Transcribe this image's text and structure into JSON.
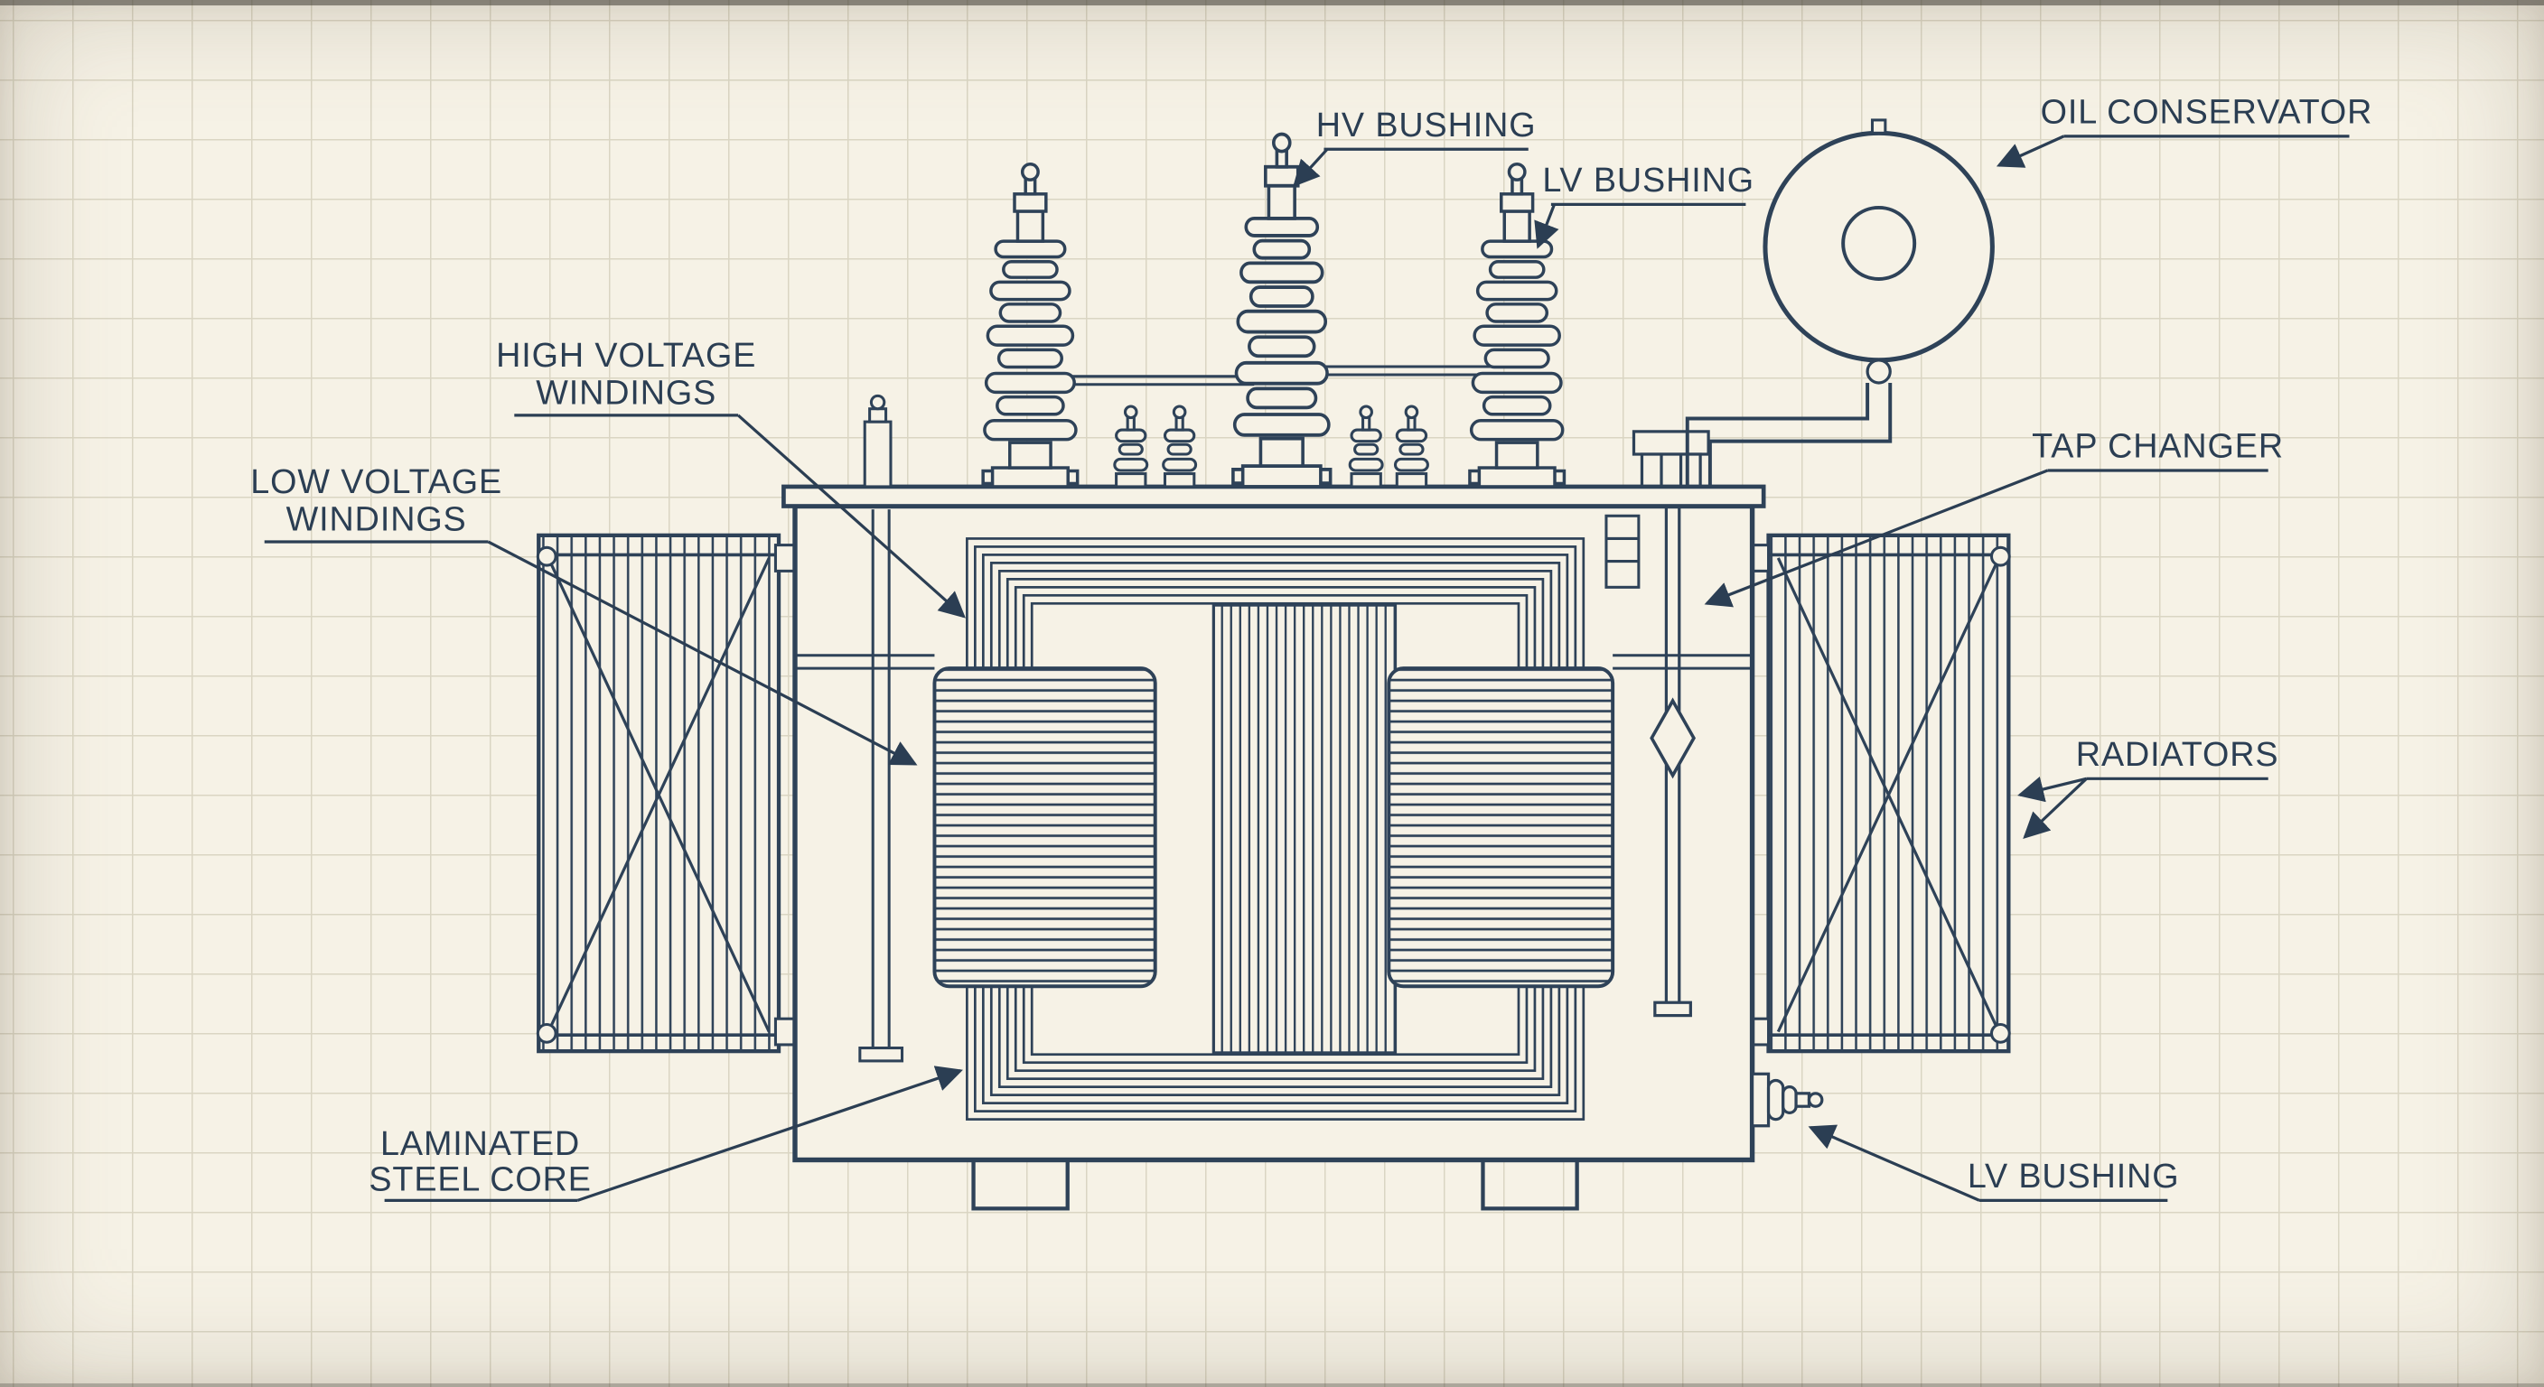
{
  "labels": {
    "hv_bushing": "HV BUSHING",
    "lv_bushing_top": "LV BUSHING",
    "oil_conservator": "OIL CONSERVATOR",
    "high_voltage_windings_line1": "HIGH VOLTAGE",
    "high_voltage_windings_line2": "WINDINGS",
    "low_voltage_windings_line1": "LOW VOLTAGE",
    "low_voltage_windings_line2": "WINDINGS",
    "tap_changer": "TAP CHANGER",
    "radiators": "RADIATORS",
    "laminated_steel_core_line1": "LAMINATED",
    "laminated_steel_core_line2": "STEEL CORE",
    "lv_bushing_bottom": "LV BUSHING"
  },
  "colors": {
    "ink": "#2e4258",
    "paper": "#f6f2e6",
    "grid": "#dad5c3"
  }
}
